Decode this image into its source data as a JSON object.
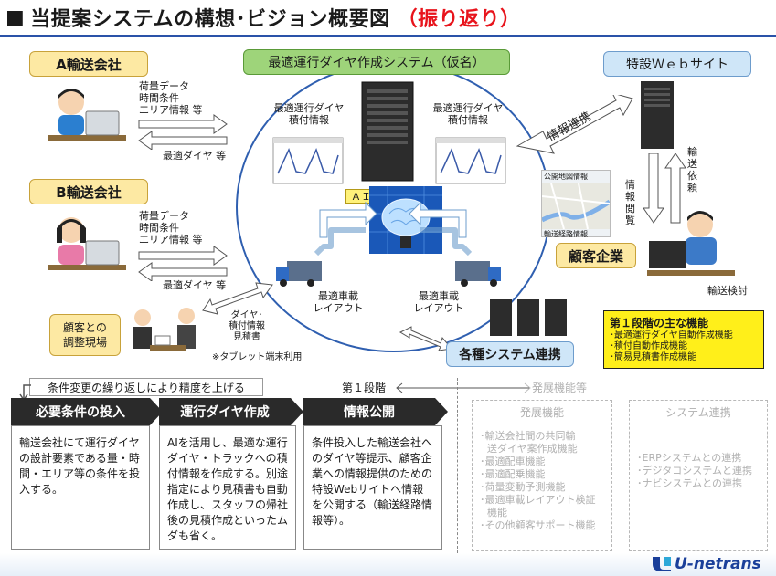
{
  "title": {
    "prefix": "■",
    "main": "当提案システムの構想･ビジョン概要図",
    "suffix": "（振り返り）"
  },
  "company_a": {
    "label": "A輸送会社",
    "data_lines": [
      "荷量データ",
      "時間条件",
      "エリア情報 等"
    ],
    "return_label": "最適ダイヤ 等"
  },
  "company_b": {
    "label": "B輸送会社",
    "data_lines": [
      "荷量データ",
      "時間条件",
      "エリア情報 等"
    ],
    "return_label": "最適ダイヤ 等"
  },
  "system": {
    "label": "最適運行ダイヤ作成システム（仮名）",
    "chart_left_label": [
      "最適運行ダイヤ",
      "積付情報"
    ],
    "chart_right_label": [
      "最適運行ダイヤ",
      "積付情報"
    ],
    "ai_label": "ＡＩ",
    "truck_left_label": [
      "最適車載",
      "レイアウト"
    ],
    "truck_right_label": [
      "最適車載",
      "レイアウト"
    ]
  },
  "website": {
    "label": "特設Ｗｅｂサイト",
    "info_link": "情報連携",
    "request": [
      "輸",
      "送",
      "依",
      "頼"
    ],
    "browse": [
      "情",
      "報",
      "閲",
      "覧"
    ],
    "map_title": "公開地図情報",
    "map_caption": "輸送経路情報"
  },
  "customer": {
    "label": "顧客企業",
    "caption": "輸送検討"
  },
  "coordination": {
    "label": [
      "顧客との",
      "調整現場"
    ],
    "tablet_lines": [
      "ダイヤ･",
      "積付情報",
      "見積書"
    ],
    "note": "※タブレット端末利用"
  },
  "system_link": {
    "label": "各種システム連携"
  },
  "phase1_features": {
    "title": "第１段階の主な機能",
    "items": [
      "･最適運行ダイヤ自動作成機能",
      "･積付自動作成機能",
      "･簡易見積書作成機能"
    ]
  },
  "loop_text": "条件変更の繰り返しにより精度を上げる",
  "phase_divider": {
    "left": "第１段階",
    "right": "発展機能等"
  },
  "steps": [
    {
      "title": "必要条件の投入",
      "body": "輸送会社にて運行ダイヤの設計要素である量・時間・エリア等の条件を投入する。"
    },
    {
      "title": "運行ダイヤ作成",
      "body": "AIを活用し、最適な運行ダイヤ・トラックへの積付情報を作成する。別途指定により見積書も自動作成し、スタッフの帰社後の見積作成といったムダも省く。"
    },
    {
      "title": "情報公開",
      "body": "条件投入した輸送会社へのダイヤ等提示、顧客企業への情報提供のための特設Webサイトへ情報を公開する（輸送経路情報等）。"
    }
  ],
  "future_functions": {
    "title": "発展機能",
    "items": [
      "･輸送会社間の共同輸",
      "送ダイヤ案作成機能",
      "･最適配車機能",
      "･最適配乗機能",
      "･荷量変動予測機能",
      "･最適車載レイアウト検証",
      "機能",
      "･その他顧客サポート機能"
    ]
  },
  "future_links": {
    "title": "システム連携",
    "items": [
      "･ERPシステムとの連携",
      "･デジタコシステムと連携",
      "･ナビシステムとの連携"
    ]
  },
  "logo": {
    "text": "U-netrans"
  }
}
